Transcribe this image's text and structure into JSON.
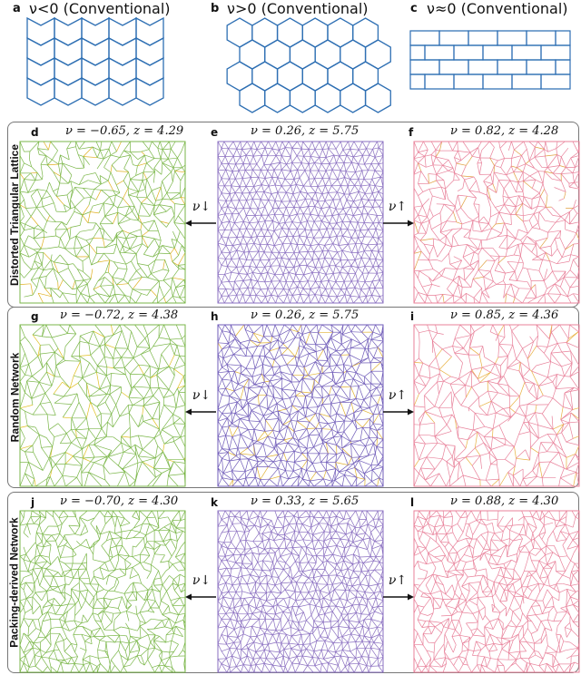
{
  "top": [
    {
      "letter": "a",
      "title": "ν<0 (Conventional)",
      "pattern": "re-entrant",
      "color": "#2e6fb3"
    },
    {
      "letter": "b",
      "title": "ν>0 (Conventional)",
      "pattern": "hexagonal",
      "color": "#2e6fb3"
    },
    {
      "letter": "c",
      "title": "ν≈0 (Conventional)",
      "pattern": "brick",
      "color": "#2e6fb3"
    }
  ],
  "rows": [
    {
      "label": "Distorted Triangular Lattice",
      "panels": [
        {
          "letter": "d",
          "title": "ν = −0.65, z = 4.29",
          "color": "#7ab648",
          "style": "green"
        },
        {
          "letter": "e",
          "title": "ν = 0.26, z = 5.75",
          "color": "#8a6fc0",
          "style": "purple"
        },
        {
          "letter": "f",
          "title": "ν = 0.82, z = 4.28",
          "color": "#e8819a",
          "style": "pink"
        }
      ],
      "arrow_left": "ν↓",
      "arrow_right": "ν↑"
    },
    {
      "label": "Random Network",
      "panels": [
        {
          "letter": "g",
          "title": "ν = −0.72, z = 4.38",
          "color": "#7ab648",
          "style": "green"
        },
        {
          "letter": "h",
          "title": "ν = 0.26, z = 5.75",
          "color": "#6f5bb8",
          "style": "purple"
        },
        {
          "letter": "i",
          "title": "ν = 0.85, z = 4.36",
          "color": "#e8819a",
          "style": "pink"
        }
      ],
      "arrow_left": "ν↓",
      "arrow_right": "ν↑"
    },
    {
      "label": "Packing-derived Network",
      "panels": [
        {
          "letter": "j",
          "title": "ν = −0.70, z = 4.30",
          "color": "#7ab648",
          "style": "green"
        },
        {
          "letter": "k",
          "title": "ν = 0.33, z = 5.65",
          "color": "#8a6fc0",
          "style": "purple"
        },
        {
          "letter": "l",
          "title": "ν = 0.88, z = 4.30",
          "color": "#e8819a",
          "style": "pink"
        }
      ],
      "arrow_left": "ν↓",
      "arrow_right": "ν↑"
    }
  ]
}
